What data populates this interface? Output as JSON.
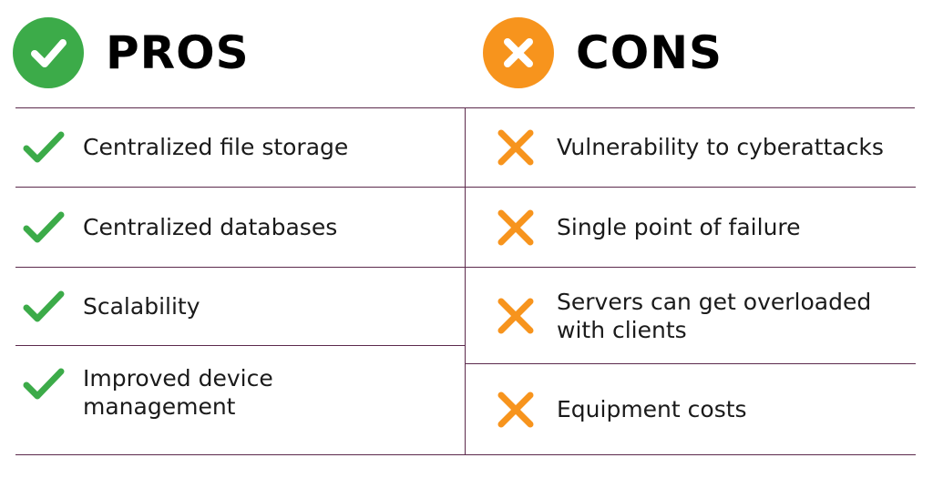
{
  "pros": {
    "title": "PROS",
    "badge_color": "#3cab49",
    "icon": "check-icon",
    "items": [
      {
        "label": "Centralized file storage"
      },
      {
        "label": "Centralized databases"
      },
      {
        "label": "Scalability"
      },
      {
        "label": "Improved device\nmanagement"
      }
    ]
  },
  "cons": {
    "title": "CONS",
    "badge_color": "#f7941d",
    "icon": "cross-icon",
    "items": [
      {
        "label": "Vulnerability to cyberattacks"
      },
      {
        "label": "Single point of failure"
      },
      {
        "label": "Servers can get overloaded\nwith clients"
      },
      {
        "label": "Equipment costs"
      }
    ]
  },
  "colors": {
    "divider": "#5c2a4c",
    "text": "#1a1a1a",
    "check": "#3cab49",
    "cross": "#f7941d"
  }
}
